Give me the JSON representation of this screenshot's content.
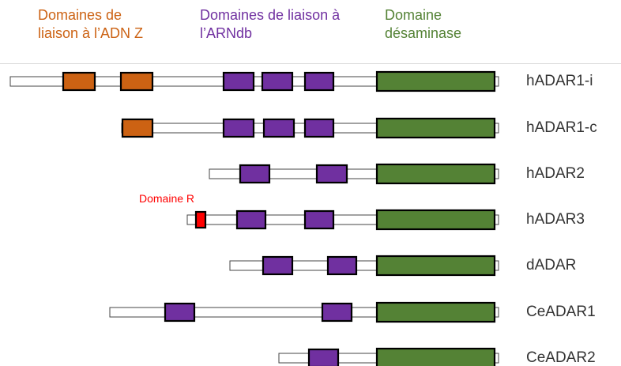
{
  "colors": {
    "zdna": "#CC6213",
    "dsrbd": "#7030A0",
    "deaminase": "#548235",
    "rdomain": "#FF0000",
    "label": "#333333",
    "backbone_stroke": "#444444"
  },
  "legend": {
    "zdna": "Domaines de\nliaison à l’ADN Z",
    "dsrbd": "Domaines de liaison à\nl’ARNdb",
    "deaminase": "Domaine\ndésaminase"
  },
  "rdomain_label": "Domaine R",
  "proteins": [
    {
      "name": "hADAR1-i",
      "domains": [
        "zdna",
        "zdna",
        "dsrbd",
        "dsrbd",
        "dsrbd",
        "deaminase"
      ]
    },
    {
      "name": "hADAR1-c",
      "domains": [
        "zdna",
        "dsrbd",
        "dsrbd",
        "dsrbd",
        "deaminase"
      ]
    },
    {
      "name": "hADAR2",
      "domains": [
        "dsrbd",
        "dsrbd",
        "deaminase"
      ]
    },
    {
      "name": "hADAR3",
      "domains": [
        "rdomain",
        "dsrbd",
        "dsrbd",
        "deaminase"
      ]
    },
    {
      "name": "dADAR",
      "domains": [
        "dsrbd",
        "dsrbd",
        "deaminase"
      ]
    },
    {
      "name": "CeADAR1",
      "domains": [
        "dsrbd",
        "dsrbd",
        "deaminase"
      ]
    },
    {
      "name": "CeADAR2",
      "domains": [
        "dsrbd",
        "deaminase"
      ]
    }
  ]
}
